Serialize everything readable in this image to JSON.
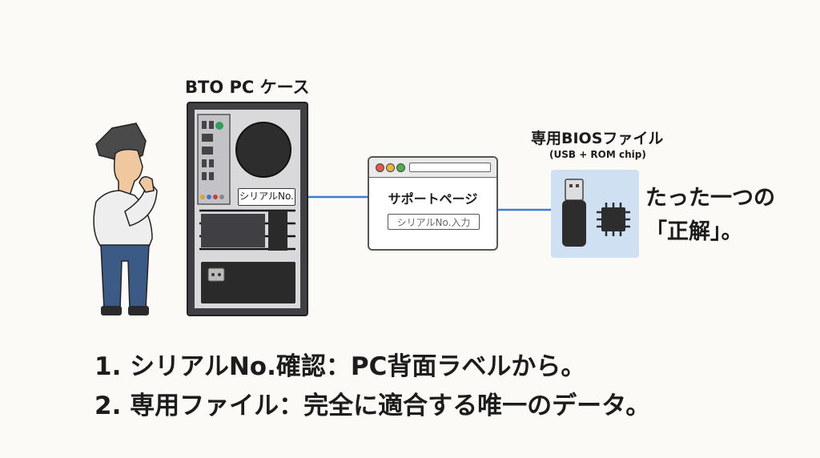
{
  "pc_case": {
    "title": "BTO PC ケース",
    "serial_label": "シリアルNo."
  },
  "support_page": {
    "title": "サポートページ",
    "input_placeholder": "シリアルNo.入力"
  },
  "bios_file": {
    "title": "専用BIOSファイル",
    "subtitle": "(USB + ROM chip)"
  },
  "answer": {
    "line1": "たった一つの",
    "line2": "「正解」。"
  },
  "steps": [
    "1. シリアルNo.確認：PC背面ラベルから。",
    "2. 専用ファイル：完全に適合する唯一のデータ。"
  ],
  "colors": {
    "connector": "#3d7bd4",
    "bios_bg": "#cfe0f3",
    "shirt": "#eeeeee",
    "pants": "#3c5a86",
    "case": "#3f3f44"
  }
}
